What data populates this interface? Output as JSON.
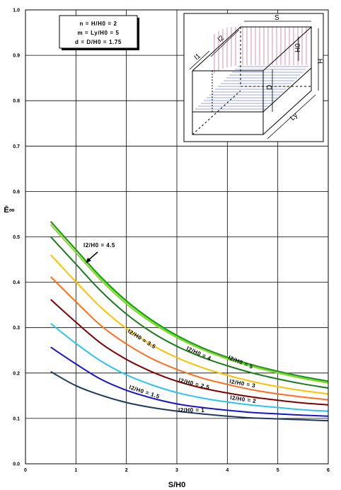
{
  "chart_data": {
    "type": "line",
    "title": "",
    "xlabel": "S/H0",
    "ylabel": "Ē∞",
    "xlim": [
      0,
      6
    ],
    "ylim": [
      0,
      1.0
    ],
    "x_ticks": [
      "0",
      "1",
      "2",
      "3",
      "4",
      "5",
      "6"
    ],
    "y_ticks": [
      "0.0",
      "0.1",
      "0.2",
      "0.3",
      "0.4",
      "0.5",
      "0.6",
      "0.7",
      "0.8",
      "0.9",
      "1.0"
    ],
    "grid": true,
    "parameters": [
      "n = H/H0 = 2",
      "m = Ly/H0 = 5",
      "d = D/H0 = 1.75"
    ],
    "x": [
      0.5,
      1,
      1.5,
      2,
      2.5,
      3,
      3.5,
      4,
      4.5,
      5,
      5.5,
      6
    ],
    "series": [
      {
        "name": "l2/H0 = 1",
        "color": "#1f3a5f",
        "values": [
          0.203,
          0.172,
          0.151,
          0.135,
          0.124,
          0.116,
          0.11,
          0.105,
          0.101,
          0.099,
          0.097,
          0.095
        ]
      },
      {
        "name": "l2/H0 = 1.5",
        "color": "#1515d0",
        "values": [
          0.257,
          0.22,
          0.186,
          0.162,
          0.145,
          0.132,
          0.124,
          0.118,
          0.113,
          0.11,
          0.107,
          0.105
        ]
      },
      {
        "name": "l2/H0 = 2",
        "color": "#29c3f5",
        "values": [
          0.309,
          0.265,
          0.226,
          0.196,
          0.174,
          0.157,
          0.145,
          0.136,
          0.129,
          0.124,
          0.119,
          0.116
        ]
      },
      {
        "name": "",
        "color": "#800000",
        "values": [
          0.362,
          0.312,
          0.265,
          0.23,
          0.203,
          0.182,
          0.167,
          0.156,
          0.147,
          0.14,
          0.134,
          0.13
        ]
      },
      {
        "name": "l2/H0 = 2.5",
        "color": "#ff6e1a",
        "values": [
          0.412,
          0.357,
          0.304,
          0.264,
          0.232,
          0.208,
          0.189,
          0.175,
          0.163,
          0.154,
          0.147,
          0.141
        ]
      },
      {
        "name": "l2/H0 = 3",
        "color": "#ffc000",
        "values": [
          0.46,
          0.401,
          0.344,
          0.298,
          0.262,
          0.234,
          0.212,
          0.195,
          0.181,
          0.17,
          0.161,
          0.154
        ]
      },
      {
        "name": "l2/H0 = 3.5",
        "color": "#1b7a1b",
        "values": [
          0.5,
          0.44,
          0.38,
          0.33,
          0.29,
          0.259,
          0.235,
          0.216,
          0.2,
          0.187,
          0.176,
          0.167
        ]
      },
      {
        "name": "l2/H0 = 4",
        "color": "#8ad32d",
        "values": [
          0.527,
          0.465,
          0.404,
          0.352,
          0.311,
          0.278,
          0.252,
          0.231,
          0.214,
          0.2,
          0.188,
          0.178
        ]
      },
      {
        "name": "l2/H0 = 4.5",
        "color": "#39ff14",
        "values": [
          0.533,
          0.471,
          0.409,
          0.357,
          0.315,
          0.281,
          0.255,
          0.234,
          0.217,
          0.203,
          0.191,
          0.181
        ]
      },
      {
        "name": "l2/H0 = 5",
        "color": "#2e8b2e",
        "values": [
          0.534,
          0.472,
          0.411,
          0.359,
          0.317,
          0.283,
          0.256,
          0.235,
          0.218,
          0.204,
          0.192,
          0.182
        ]
      }
    ],
    "diagram_labels": {
      "s": "S",
      "l2": "l2",
      "l1": "l1",
      "h0": "H0",
      "h": "H",
      "d": "D",
      "ly": "Ly"
    }
  }
}
